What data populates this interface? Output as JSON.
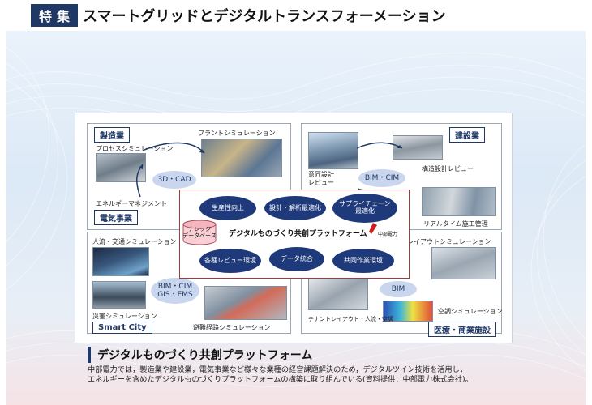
{
  "header": {
    "tag": "特集",
    "title": "スマートグリッドとデジタルトランスフォーメーション"
  },
  "diagram": {
    "manufacturing": {
      "label": "製造業",
      "plant_sim": "プラントシミュレーション",
      "process_sim": "プロセスシミュレーション",
      "energy_mgmt": "エネルギーマネジメント",
      "cad": "3D・CAD",
      "electric": "電気事業"
    },
    "construction": {
      "label": "建設業",
      "design_review": "意匠設計\nレビュー",
      "structural_review": "構造設計レビュー",
      "realtime": "リアルタイム施工管理",
      "bim_cim": "BIM・CIM"
    },
    "city": {
      "traffic": "人流・交通シミュレーション",
      "disaster": "災害シミュレーション",
      "evacuation": "避難経路シミュレーション",
      "label": "Smart City",
      "bim_gis": "BIM・CIM\nGIS・EMS"
    },
    "medical": {
      "layout_sim": "病床レイアウトシミュレーション",
      "tenant": "テナントレイアウト・人流・空調",
      "aircon": "空調シミュレーション",
      "label": "医療・商業施設",
      "bim": "BIM"
    },
    "platform": {
      "title": "デジタルものづくり共創プラットフォーム",
      "knowledge_db": "ナレッジ\nデータベース",
      "chubu": "中部電力",
      "pills": [
        "生産性向上",
        "設計・解析最適化",
        "サプライチェーン\n最適化",
        "各種レビュー環境",
        "データ統合",
        "共同作業環境"
      ]
    }
  },
  "caption": {
    "title": "デジタルものづくり共創プラットフォーム",
    "line1": "中部電力では，製造業や建設業，電気事業など様々な業種の経営課題解決のため，デジタルツイン技術を活用し，",
    "line2": "エネルギーを含めたデジタルものづくりプラットフォームの構築に取り組んでいる(資料提供：中部電力株式会社)。"
  },
  "colors": {
    "navy": "#1f3864",
    "pill": "#1f3a7a",
    "oval": "#c9d6ee",
    "platform_border": "#a33a3a"
  }
}
